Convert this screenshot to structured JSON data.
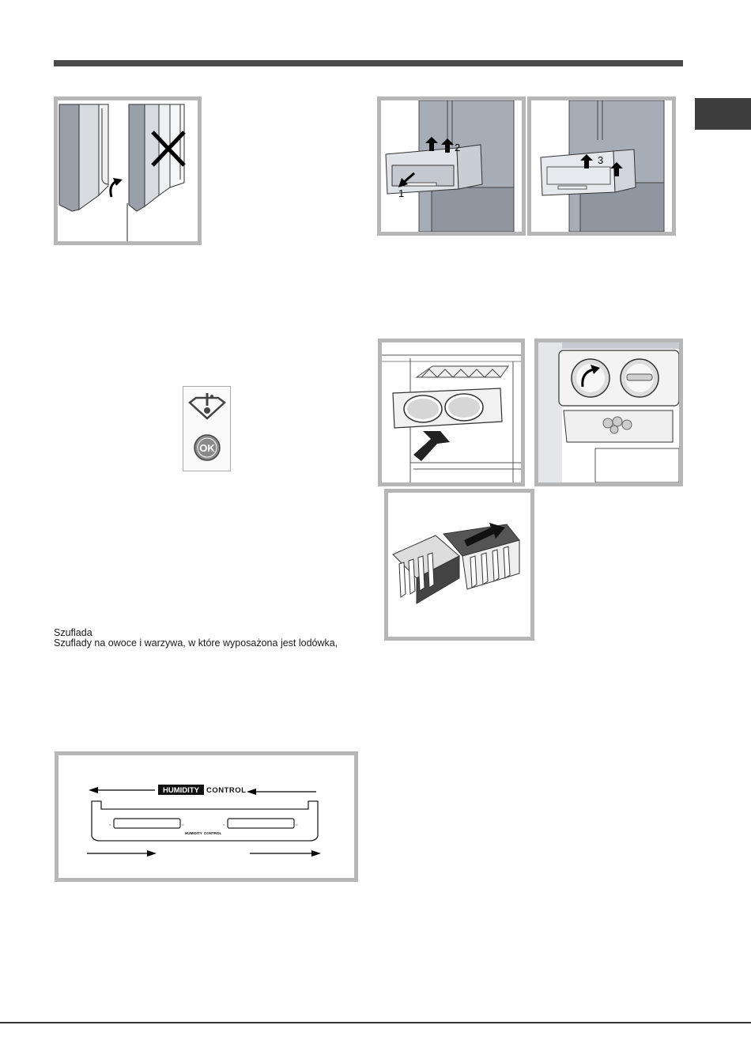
{
  "header": {
    "rule_color": "#4a4a4a",
    "tab_color": "#3e3e3e"
  },
  "figures": {
    "door_seal": {
      "icon": "cross-icon"
    },
    "crisper_removal": {
      "steps": [
        "1",
        "2"
      ]
    },
    "crisper_removal_b": {
      "steps": [
        "3"
      ]
    },
    "control_panel": {
      "icons": [
        "temperature-alarm-icon",
        "ok-button-icon"
      ],
      "ok_label": "OK"
    }
  },
  "drawer_section": {
    "title": "Szuflada",
    "body": "Szuflady na owoce i warzywa, w które wyposażona jest lodówka,"
  },
  "humidity_figure": {
    "label_highlight": "HUMIDITY",
    "label_rest": "CONTROL",
    "small_label_highlight": "HUMIDITY",
    "small_label_rest": "CONTROL"
  },
  "frame_color": "#b6b6b6"
}
